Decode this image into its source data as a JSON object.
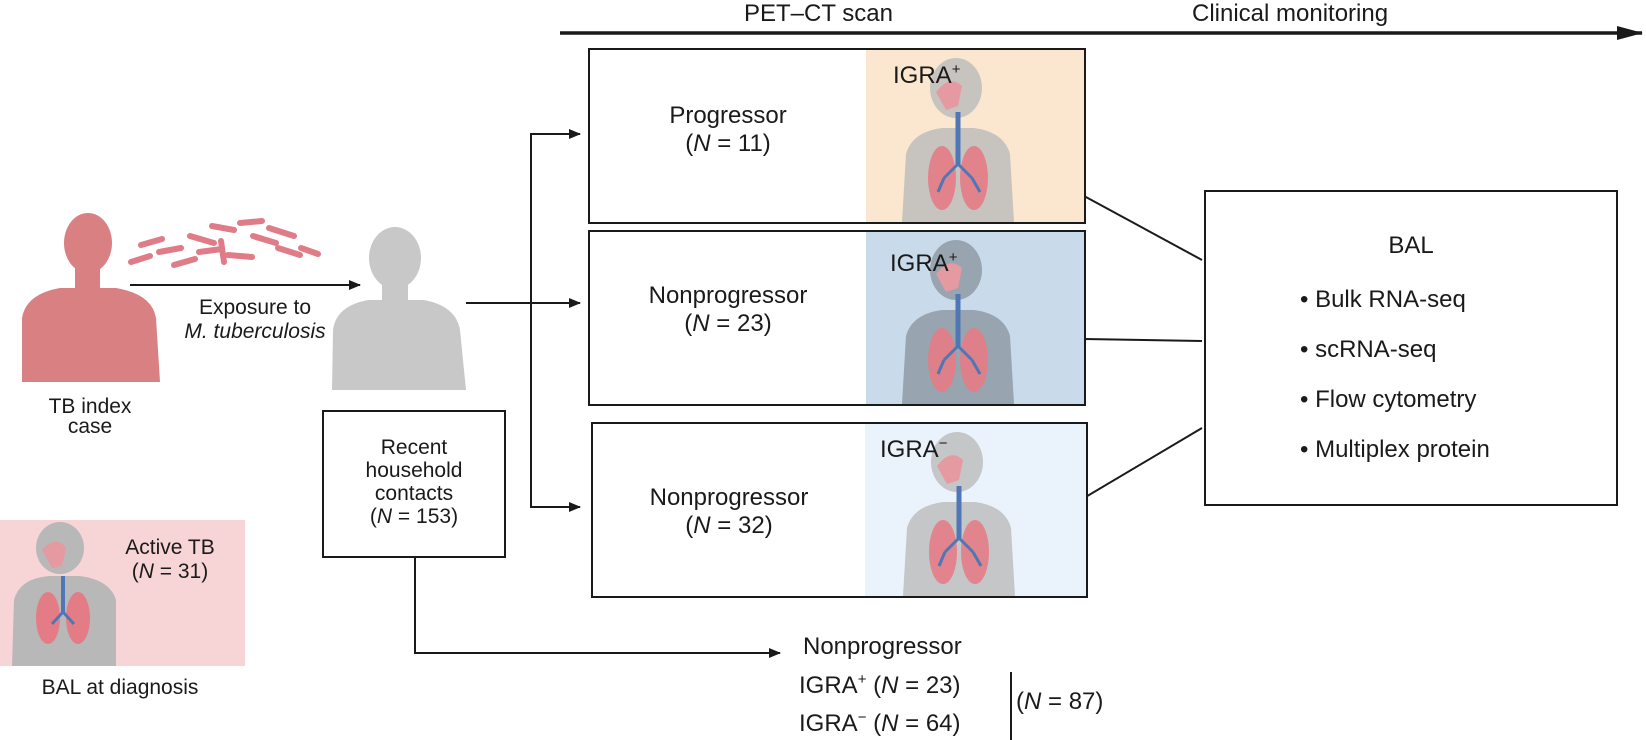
{
  "timeline": {
    "pet_ct": "PET–CT scan",
    "clinical": "Clinical monitoring"
  },
  "index_case": {
    "line1": "TB index",
    "line2": "case"
  },
  "exposure": {
    "line1": "Exposure to",
    "line2": "M. tuberculosis"
  },
  "contacts": {
    "line1": "Recent",
    "line2": "household",
    "line3": "contacts",
    "n_var": "N",
    "n_rest": " = 153)"
  },
  "active_tb": {
    "title": "Active TB",
    "n_var": "N",
    "n_rest": " = 31)",
    "caption": "BAL at diagnosis"
  },
  "groups": [
    {
      "name": "Progressor",
      "n_var": "N",
      "n_rest": " = 11)",
      "igra": "IGRA",
      "sign": "+"
    },
    {
      "name": "Nonprogressor",
      "n_var": "N",
      "n_rest": " = 23)",
      "igra": "IGRA",
      "sign": "+"
    },
    {
      "name": "Nonprogressor",
      "n_var": "N",
      "n_rest": " = 32)",
      "igra": "IGRA",
      "sign": "−"
    }
  ],
  "bal": {
    "title": "BAL",
    "items": [
      "• Bulk RNA-seq",
      "• scRNA-seq",
      "• Flow cytometry",
      "• Multiplex protein"
    ]
  },
  "bottom": {
    "title": "Nonprogressor",
    "row1": {
      "igra": "IGRA",
      "sign": "+",
      "n_var": "N",
      "n_rest": " = 23)"
    },
    "row2": {
      "igra": "IGRA",
      "sign": "−",
      "n_var": "N",
      "n_rest": " = 64)"
    },
    "total": {
      "n_var": "N",
      "n_rest": " = 87)"
    }
  },
  "colors": {
    "progressor_panel": "#fbe7cf",
    "nonprog_pos_panel": "#c9daea",
    "nonprog_neg_panel": "#eaf3fb",
    "active_tb_panel": "#f7d4d6",
    "index_person": "#d98083",
    "contact_person": "#c8c8c8"
  }
}
